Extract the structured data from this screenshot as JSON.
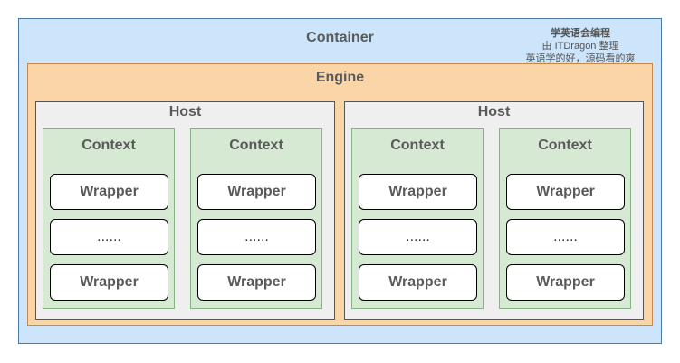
{
  "container": {
    "label": "Container"
  },
  "note": {
    "line1": "学英语会编程",
    "line2": "由 ITDragon 整理",
    "line3": "英语学的好，源码看的爽"
  },
  "engine": {
    "label": "Engine"
  },
  "hosts": [
    {
      "label": "Host",
      "contexts": [
        {
          "label": "Context",
          "wrappers": [
            "Wrapper",
            "......",
            "Wrapper"
          ]
        },
        {
          "label": "Context",
          "wrappers": [
            "Wrapper",
            "......",
            "Wrapper"
          ]
        }
      ]
    },
    {
      "label": "Host",
      "contexts": [
        {
          "label": "Context",
          "wrappers": [
            "Wrapper",
            "......",
            "Wrapper"
          ]
        },
        {
          "label": "Context",
          "wrappers": [
            "Wrapper",
            "......",
            "Wrapper"
          ]
        }
      ]
    }
  ],
  "colors": {
    "container_fill": "#cce5fb",
    "engine_fill": "#f9d5a8",
    "host_fill": "#efefef",
    "context_fill": "#d5e9d3",
    "wrapper_fill": "#ffffff"
  }
}
